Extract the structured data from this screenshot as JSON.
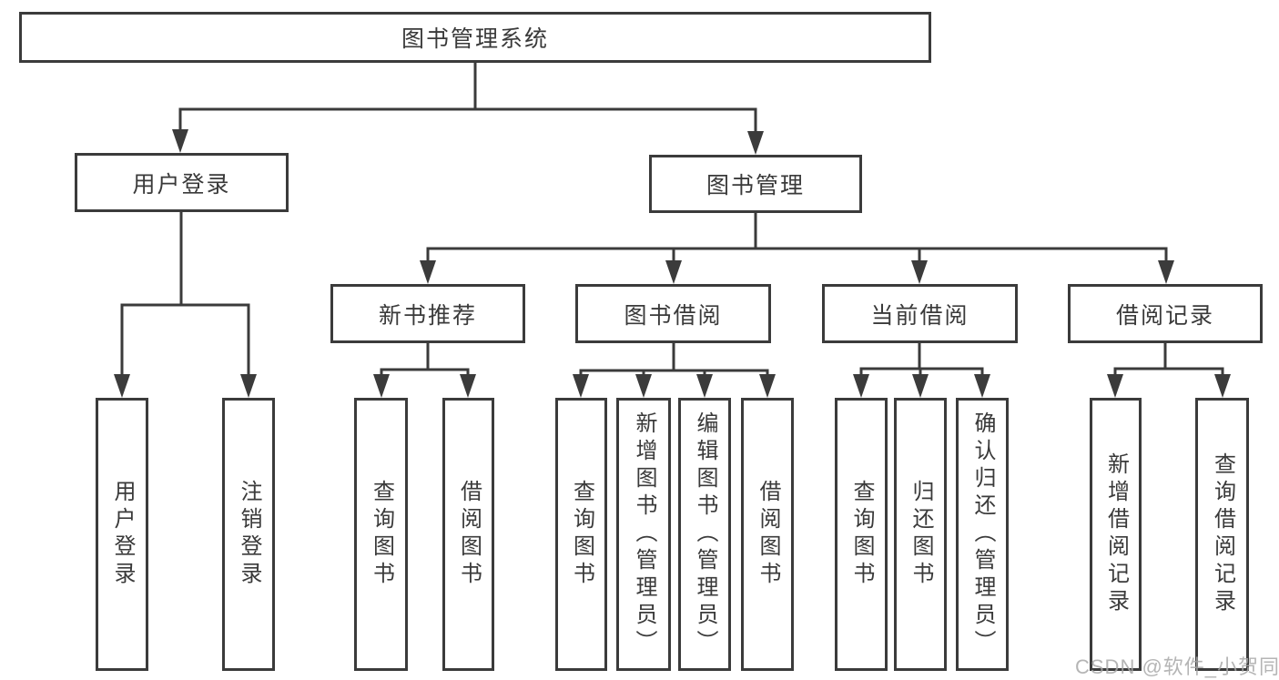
{
  "tree": {
    "label": "图书管理系统",
    "children": [
      {
        "label": "用户登录",
        "children": [
          {
            "label": "用户登录"
          },
          {
            "label": "注销登录"
          }
        ]
      },
      {
        "label": "图书管理",
        "children": [
          {
            "label": "新书推荐",
            "children": [
              {
                "label": "查询图书"
              },
              {
                "label": "借阅图书"
              }
            ]
          },
          {
            "label": "图书借阅",
            "children": [
              {
                "label": "查询图书"
              },
              {
                "label": "新增图书（管理员）"
              },
              {
                "label": "编辑图书（管理员）"
              },
              {
                "label": "借阅图书"
              }
            ]
          },
          {
            "label": "当前借阅",
            "children": [
              {
                "label": "查询图书"
              },
              {
                "label": "归还图书"
              },
              {
                "label": "确认归还（管理员）"
              }
            ]
          },
          {
            "label": "借阅记录",
            "children": [
              {
                "label": "新增借阅记录"
              },
              {
                "label": "查询借阅记录"
              }
            ]
          }
        ]
      }
    ]
  },
  "watermark": {
    "text": "CSDN @软件_小贺同学"
  },
  "colors": {
    "line": "#3b3b3b",
    "text": "#3a3a3a",
    "box_background": "#ffffff",
    "watermark": "#a8a8a8"
  }
}
